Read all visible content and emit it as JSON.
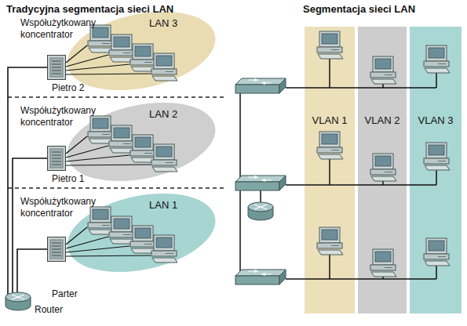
{
  "diagram": {
    "nodes": [
      {
        "text": [
          "LAN 3"
        ]
      },
      {
        "text": [
          "LAN 2"
        ]
      },
      {
        "text": [
          "LAN 1"
        ]
      },
      {
        "text": [
          "VLAN 1"
        ]
      },
      {
        "text": [
          "VLAN 2"
        ]
      },
      {
        "text": [
          "VLAN 3"
        ]
      }
    ],
    "labels": [
      "Tradycyjna segmentacja sieci LAN",
      "Współużytkowany koncentrator",
      "Pietro 2",
      "Współużytkowany koncentrator",
      "Pietro 1",
      "Współużytkowany koncentrator",
      "Parter",
      "Router",
      "Segmentacja sieci LAN"
    ]
  }
}
